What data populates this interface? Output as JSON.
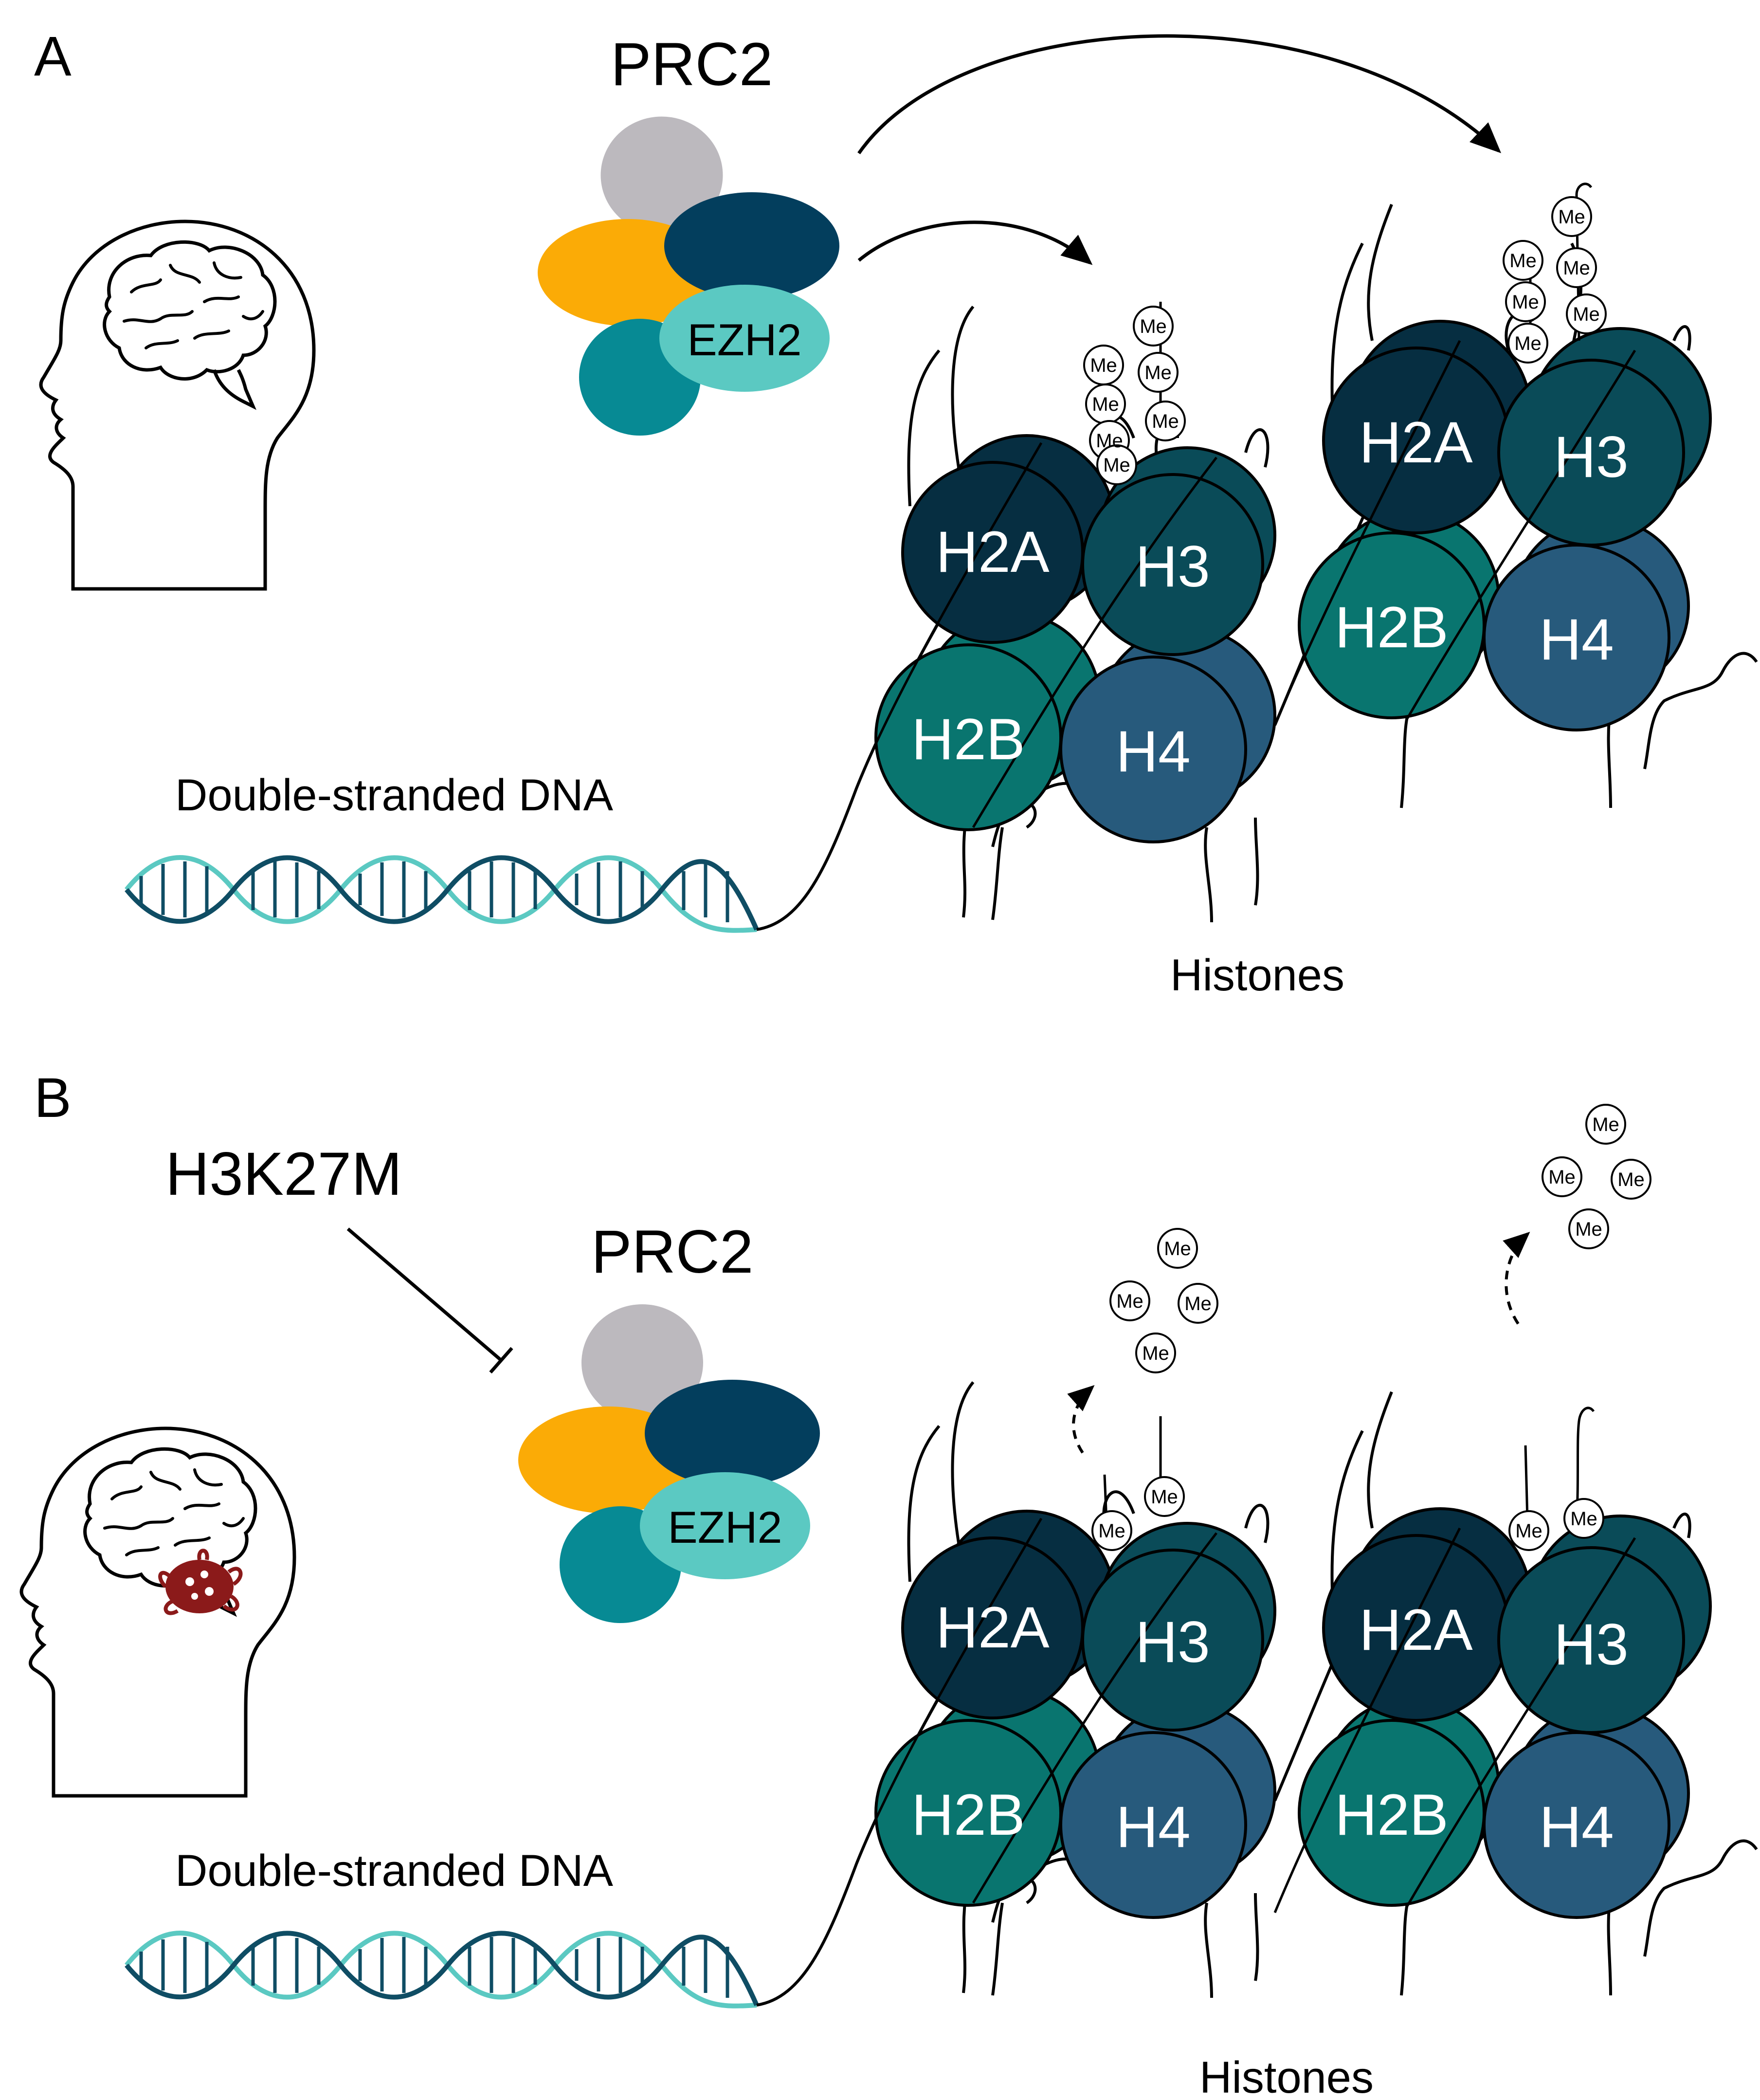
{
  "panels": [
    {
      "letter": "A",
      "complex_label": "PRC2",
      "ezh2_label": "EZH2",
      "dna_label": "Double-stranded DNA",
      "histones_label": "Histones",
      "inhibitor_label": "",
      "tumor": false,
      "methylation": "attached",
      "histone_labels": [
        "H2A",
        "H3",
        "H2B",
        "H4"
      ],
      "me_label": "Me"
    },
    {
      "letter": "B",
      "complex_label": "PRC2",
      "ezh2_label": "EZH2",
      "dna_label": "Double-stranded DNA",
      "histones_label": "Histones",
      "inhibitor_label": "H3K27M",
      "tumor": true,
      "methylation": "released",
      "histone_labels": [
        "H2A",
        "H3",
        "H2B",
        "H4"
      ],
      "me_label": "Me"
    }
  ],
  "colors": {
    "h2a": "#062e41",
    "h3": "#0a4b58",
    "h2b": "#09756f",
    "h4": "#275a7c",
    "prc2_gray": "#bcb9be",
    "prc2_orange": "#fbab06",
    "prc2_navy": "#033e5d",
    "prc2_teal": "#078a94",
    "ezh2": "#5bc9c2",
    "dna_dark": "#0f4d64",
    "dna_light": "#5bc9c2",
    "tumor": "#8b1a1a"
  }
}
